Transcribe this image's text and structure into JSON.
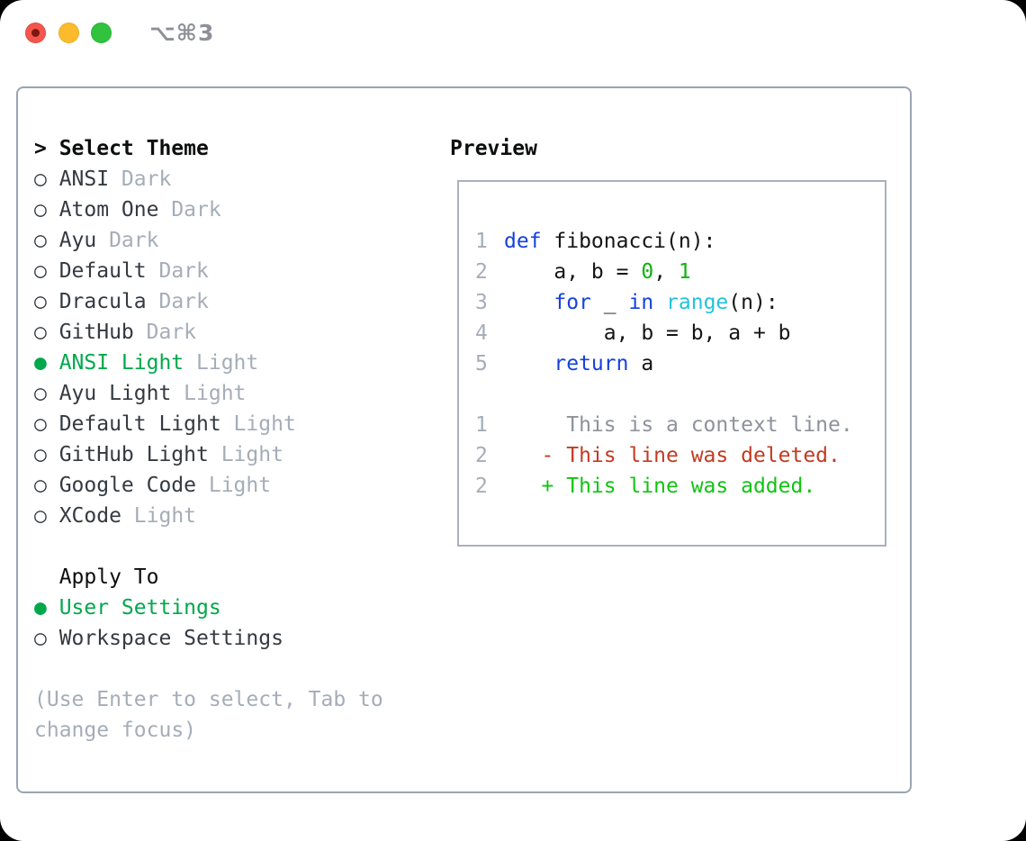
{
  "titlebar": {
    "shortcut": "⌥⌘3",
    "traffic_lights": [
      "close",
      "minimize",
      "zoom"
    ]
  },
  "glyphs": {
    "selected_radio": "●",
    "unselected_radio": "○",
    "prompt": ">"
  },
  "colors": {
    "selection_green": "#00a84c",
    "keyword_blue": "#1540e0",
    "builtin_cyan": "#22c3da",
    "number_green": "#0cb40c",
    "diff_added_green": "#10c411",
    "diff_deleted_red": "#c43a21",
    "diff_context_gray": "#8e9299",
    "muted_gray": "#a4adb8",
    "text_dark": "#343a40",
    "heading_black": "#0c0d0e",
    "code_text": "#141517",
    "border_gray": "#9aa5b1",
    "preview_border_gray": "#a9b2bc",
    "titlebar_gray": "#8d9197",
    "traffic_red": "#f4564e",
    "traffic_yellow": "#fbbb2d",
    "traffic_green": "#32c33e"
  },
  "panel": {
    "select_theme": {
      "prompt": ">",
      "title": "Select Theme",
      "themes": [
        {
          "name": "ANSI",
          "variant": "Dark",
          "selected": false
        },
        {
          "name": "Atom One",
          "variant": "Dark",
          "selected": false
        },
        {
          "name": "Ayu",
          "variant": "Dark",
          "selected": false
        },
        {
          "name": "Default",
          "variant": "Dark",
          "selected": false
        },
        {
          "name": "Dracula",
          "variant": "Dark",
          "selected": false
        },
        {
          "name": "GitHub",
          "variant": "Dark",
          "selected": false
        },
        {
          "name": "ANSI Light",
          "variant": "Light",
          "selected": true
        },
        {
          "name": "Ayu Light",
          "variant": "Light",
          "selected": false
        },
        {
          "name": "Default Light",
          "variant": "Light",
          "selected": false
        },
        {
          "name": "GitHub Light",
          "variant": "Light",
          "selected": false
        },
        {
          "name": "Google Code",
          "variant": "Light",
          "selected": false
        },
        {
          "name": "XCode",
          "variant": "Light",
          "selected": false
        }
      ]
    },
    "apply_to": {
      "title": "Apply To",
      "options": [
        {
          "name": "User Settings",
          "selected": true
        },
        {
          "name": "Workspace Settings",
          "selected": false
        }
      ]
    },
    "hint_lines": [
      "(Use Enter to select, Tab to",
      "change focus)"
    ]
  },
  "preview": {
    "title": "Preview",
    "code_lines": [
      {
        "num": "1",
        "segments": [
          {
            "text": "def",
            "cls": "kw"
          },
          {
            "text": " fibonacci(n):",
            "cls": "pl"
          }
        ]
      },
      {
        "num": "2",
        "segments": [
          {
            "text": "    a, b = ",
            "cls": "pl"
          },
          {
            "text": "0",
            "cls": "num"
          },
          {
            "text": ", ",
            "cls": "pl"
          },
          {
            "text": "1",
            "cls": "num"
          }
        ]
      },
      {
        "num": "3",
        "segments": [
          {
            "text": "    ",
            "cls": "pl"
          },
          {
            "text": "for",
            "cls": "kw"
          },
          {
            "text": " _ ",
            "cls": "pl"
          },
          {
            "text": "in",
            "cls": "kw"
          },
          {
            "text": " ",
            "cls": "pl"
          },
          {
            "text": "range",
            "cls": "fn"
          },
          {
            "text": "(n):",
            "cls": "pl"
          }
        ]
      },
      {
        "num": "4",
        "segments": [
          {
            "text": "        a, b = b, a + b",
            "cls": "pl"
          }
        ]
      },
      {
        "num": "5",
        "segments": [
          {
            "text": "    ",
            "cls": "pl"
          },
          {
            "text": "return",
            "cls": "kw"
          },
          {
            "text": " a",
            "cls": "pl"
          }
        ]
      }
    ],
    "diff_lines": [
      {
        "num": "1",
        "segments": [
          {
            "text": "     This is a context line.",
            "cls": "ctx"
          }
        ]
      },
      {
        "num": "2",
        "segments": [
          {
            "text": "   - This line was deleted.",
            "cls": "del"
          }
        ]
      },
      {
        "num": "2",
        "segments": [
          {
            "text": "   + This line was added.",
            "cls": "add"
          }
        ]
      }
    ]
  }
}
